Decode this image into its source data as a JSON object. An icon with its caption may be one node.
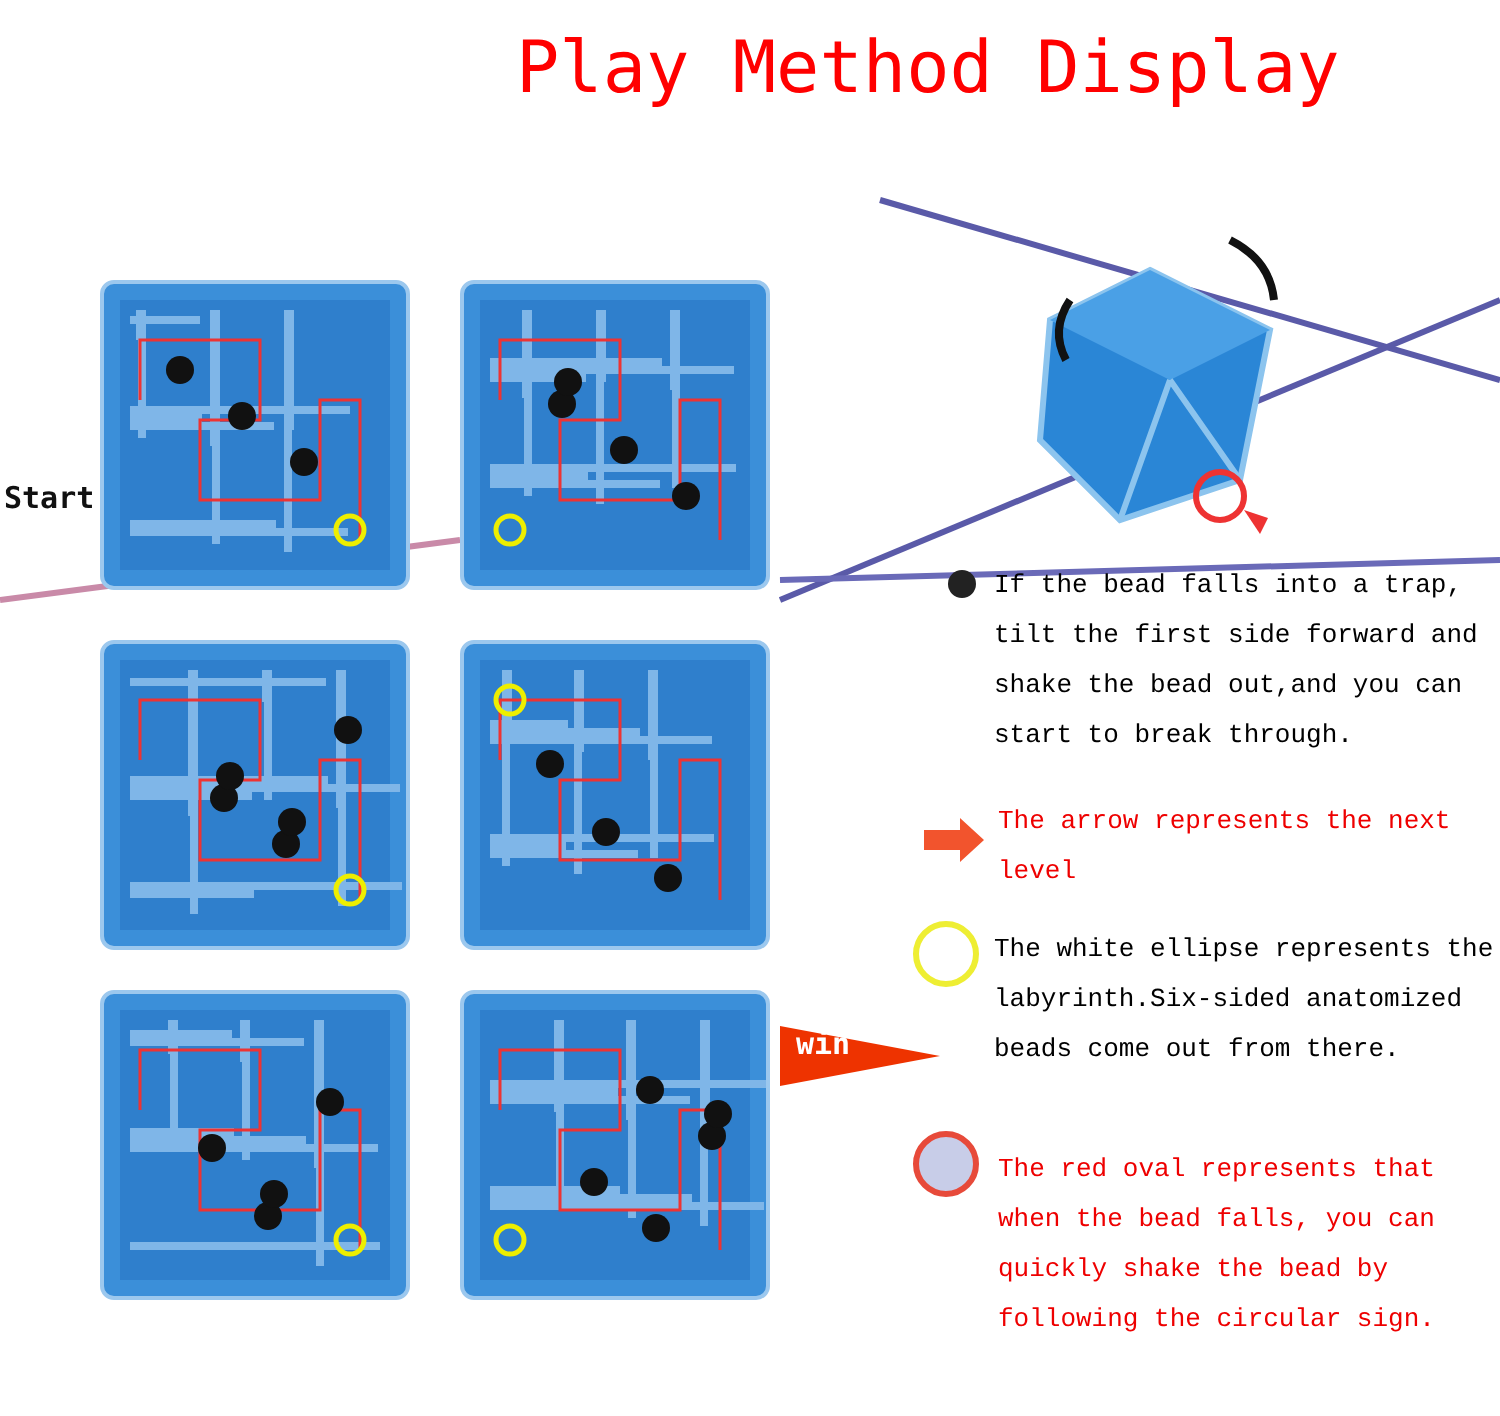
{
  "diagram": {
    "title": "Play Method Display",
    "labels": [
      "Start",
      "win"
    ],
    "legend": [
      {
        "text": "If the bead falls into a trap, tilt the first side forward and shake the bead out,and you can start to break through."
      },
      {
        "text": "The arrow represents the next level"
      },
      {
        "text": "The white ellipse represents the labyrinth.Six-sided anatomized beads come out from there."
      },
      {
        "text": "The red oval represents that when the bead falls, you can quickly shake the bead by following the circular sign."
      }
    ]
  }
}
